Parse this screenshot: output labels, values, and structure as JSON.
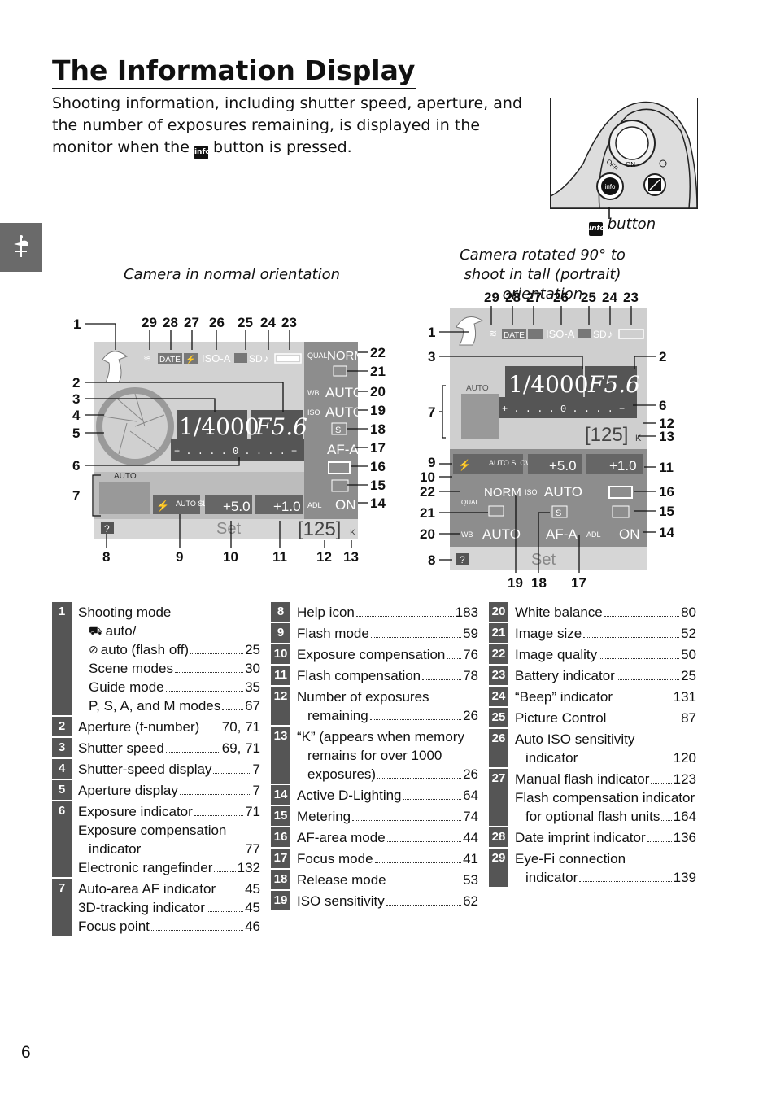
{
  "header": {
    "title": "The Information Display",
    "intro_before": "Shooting information, including shutter speed, aperture, and the number of exposures remaining, is displayed in the monitor when the",
    "intro_after": "button is pressed.",
    "info_glyph": "info"
  },
  "camera_photo": {
    "caption": "button",
    "off_label": "OFF",
    "on_label": "ON",
    "info_label": "info"
  },
  "captions": {
    "normal": "Camera in normal orientation",
    "tall": "Camera rotated 90° to shoot in tall (portrait) orientation"
  },
  "display": {
    "shutter": "1/4000",
    "aperture": "F5.6",
    "exposures": "[125]",
    "k": "K",
    "quality": "NORM",
    "qual_label": "QUAL",
    "wb_label": "WB",
    "wb": "AUTO",
    "iso_label": "ISO",
    "iso": "AUTO",
    "release": "S",
    "focus": "AF-A",
    "adl_label": "ADL",
    "adl": "ON",
    "auto_label": "AUTO",
    "flash_mode": "AUTO SLOW",
    "exp_comp": "+5.0",
    "flash_comp": "+1.0",
    "set_label": "Set",
    "help": "?",
    "date": "DATE",
    "iso_a": "ISO-A",
    "sd": "SD",
    "scale": "+ . . . . 0 . . . . −"
  },
  "callouts": {
    "normal": [
      "1",
      "29",
      "28",
      "27",
      "26",
      "25",
      "24",
      "23",
      "22",
      "21",
      "20",
      "19",
      "18",
      "17",
      "16",
      "15",
      "14",
      "2",
      "3",
      "4",
      "5",
      "6",
      "7",
      "8",
      "9",
      "10",
      "11",
      "12",
      "13"
    ],
    "tall": [
      "29",
      "28",
      "27",
      "26",
      "25",
      "24",
      "23",
      "1",
      "3",
      "2",
      "6",
      "12",
      "13",
      "7",
      "9",
      "10",
      "22",
      "21",
      "20",
      "8",
      "11",
      "16",
      "15",
      "14",
      "19",
      "18",
      "17"
    ]
  },
  "legend": {
    "col1": [
      {
        "num": "1",
        "lines": [
          {
            "text": "Shooting mode"
          },
          {
            "text": "auto/",
            "icon": "auto-icon",
            "indent": true
          },
          {
            "text": "auto (flash off)",
            "page": "25",
            "icon": "flash-off-icon",
            "indent": true
          },
          {
            "text": "Scene modes",
            "page": "30",
            "indent": true
          },
          {
            "text": "Guide mode",
            "page": "35",
            "indent": true
          },
          {
            "text": "P, S, A, and M modes",
            "page": "67",
            "indent": true
          }
        ]
      },
      {
        "num": "2",
        "lines": [
          {
            "text": "Aperture (f-number)",
            "page": "70, 71"
          }
        ]
      },
      {
        "num": "3",
        "lines": [
          {
            "text": "Shutter speed",
            "page": "69, 71"
          }
        ]
      },
      {
        "num": "4",
        "lines": [
          {
            "text": "Shutter-speed display",
            "page": "7"
          }
        ]
      },
      {
        "num": "5",
        "lines": [
          {
            "text": "Aperture display",
            "page": "7"
          }
        ]
      },
      {
        "num": "6",
        "lines": [
          {
            "text": "Exposure indicator",
            "page": "71"
          },
          {
            "text": "Exposure compensation"
          },
          {
            "text": "indicator",
            "page": "77",
            "indent": true
          },
          {
            "text": "Electronic rangefinder",
            "page": "132"
          }
        ]
      },
      {
        "num": "7",
        "lines": [
          {
            "text": "Auto-area AF indicator",
            "page": "45"
          },
          {
            "text": "3D-tracking indicator",
            "page": "45"
          },
          {
            "text": "Focus point",
            "page": "46"
          }
        ]
      }
    ],
    "col2": [
      {
        "num": "8",
        "lines": [
          {
            "text": "Help icon",
            "page": "183"
          }
        ]
      },
      {
        "num": "9",
        "lines": [
          {
            "text": "Flash mode",
            "page": "59"
          }
        ]
      },
      {
        "num": "10",
        "lines": [
          {
            "text": "Exposure compensation",
            "page": "76"
          }
        ]
      },
      {
        "num": "11",
        "lines": [
          {
            "text": "Flash compensation",
            "page": "78"
          }
        ]
      },
      {
        "num": "12",
        "lines": [
          {
            "text": "Number of exposures"
          },
          {
            "text": "remaining",
            "page": "26",
            "indent": true
          }
        ]
      },
      {
        "num": "13",
        "lines": [
          {
            "text": "“K” (appears when memory"
          },
          {
            "text": "remains for over 1000",
            "indent": true
          },
          {
            "text": "exposures)",
            "page": "26",
            "indent": true
          }
        ]
      },
      {
        "num": "14",
        "lines": [
          {
            "text": "Active D-Lighting",
            "page": "64"
          }
        ]
      },
      {
        "num": "15",
        "lines": [
          {
            "text": "Metering",
            "page": "74"
          }
        ]
      },
      {
        "num": "16",
        "lines": [
          {
            "text": "AF-area mode",
            "page": "44"
          }
        ]
      },
      {
        "num": "17",
        "lines": [
          {
            "text": "Focus mode",
            "page": "41"
          }
        ]
      },
      {
        "num": "18",
        "lines": [
          {
            "text": "Release mode",
            "page": "53"
          }
        ]
      },
      {
        "num": "19",
        "lines": [
          {
            "text": "ISO sensitivity",
            "page": "62"
          }
        ]
      }
    ],
    "col3": [
      {
        "num": "20",
        "lines": [
          {
            "text": "White balance",
            "page": "80"
          }
        ]
      },
      {
        "num": "21",
        "lines": [
          {
            "text": "Image size",
            "page": "52"
          }
        ]
      },
      {
        "num": "22",
        "lines": [
          {
            "text": "Image quality",
            "page": "50"
          }
        ]
      },
      {
        "num": "23",
        "lines": [
          {
            "text": "Battery indicator",
            "page": "25"
          }
        ]
      },
      {
        "num": "24",
        "lines": [
          {
            "text": "“Beep” indicator",
            "page": "131"
          }
        ]
      },
      {
        "num": "25",
        "lines": [
          {
            "text": "Picture Control",
            "page": "87"
          }
        ]
      },
      {
        "num": "26",
        "lines": [
          {
            "text": "Auto ISO sensitivity"
          },
          {
            "text": "indicator",
            "page": "120",
            "indent": true
          }
        ]
      },
      {
        "num": "27",
        "lines": [
          {
            "text": "Manual flash indicator",
            "page": "123"
          },
          {
            "text": "Flash compensation indicator"
          },
          {
            "text": "for optional flash units",
            "page": "164",
            "indent": true
          }
        ]
      },
      {
        "num": "28",
        "lines": [
          {
            "text": "Date imprint indicator",
            "page": "136"
          }
        ]
      },
      {
        "num": "29",
        "lines": [
          {
            "text": "Eye-Fi connection"
          },
          {
            "text": "indicator",
            "page": "139",
            "indent": true
          }
        ]
      }
    ]
  },
  "page_number": "6"
}
